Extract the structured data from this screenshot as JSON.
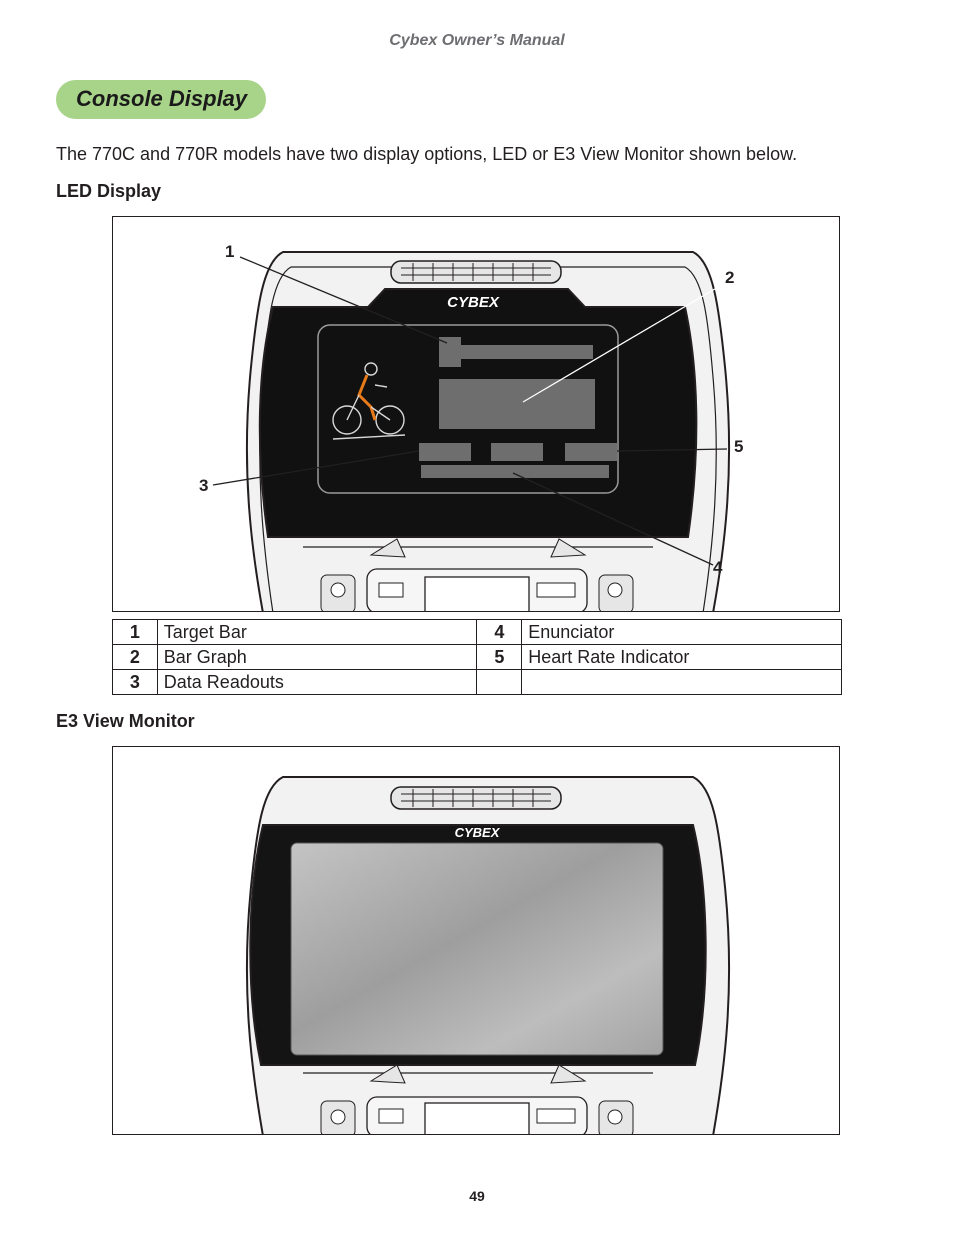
{
  "header": {
    "running_title": "Cybex Owner’s Manual"
  },
  "section": {
    "title": "Console Display"
  },
  "intro": {
    "text": "The 770C and 770R models have two display options, LED or E3 View Monitor shown below."
  },
  "led_display": {
    "heading": "LED Display",
    "brand_logo_text": "CYBEX",
    "callouts": [
      "1",
      "2",
      "3",
      "4",
      "5"
    ],
    "legend": [
      {
        "num": "1",
        "label": "Target Bar"
      },
      {
        "num": "4",
        "label": "Enunciator"
      },
      {
        "num": "2",
        "label": "Bar Graph"
      },
      {
        "num": "5",
        "label": "Heart Rate Indicator"
      },
      {
        "num": "3",
        "label": "Data Readouts"
      },
      {
        "num": "",
        "label": ""
      }
    ]
  },
  "e3_monitor": {
    "heading": "E3 View Monitor",
    "brand_logo_text": "CYBEX"
  },
  "footer": {
    "page_number": "49"
  }
}
